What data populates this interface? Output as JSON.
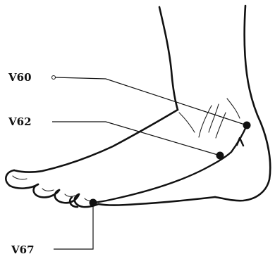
{
  "diagram": {
    "points": [
      {
        "id": "v60",
        "label": "V60"
      },
      {
        "id": "v62",
        "label": "V62"
      },
      {
        "id": "v67",
        "label": "V67"
      }
    ]
  }
}
